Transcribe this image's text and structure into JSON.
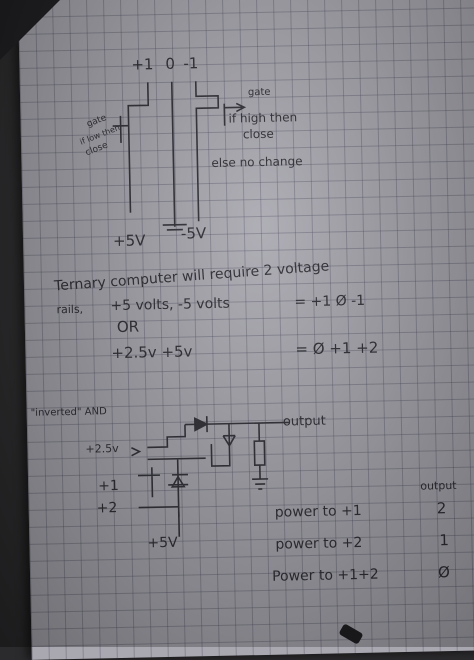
{
  "notes": {
    "top_circuit": {
      "rail_labels": [
        "+1",
        "0",
        "-1"
      ],
      "left_note": "gate",
      "left_note2": "if low then",
      "left_note3": "close",
      "right_note": "gate",
      "right_note2": "if high then",
      "right_note3": "close",
      "else_note": "else no change",
      "supply_pos": "+5V",
      "supply_neg": "-5V"
    },
    "ternary": {
      "line1": "Ternary computer will require 2 voltage",
      "line2_left": "rails,",
      "line2_mid": "+5 volts, -5 volts",
      "line2_right": "= +1  Ø  -1",
      "or": "OR",
      "line4_left": "+2.5v   +5v",
      "line4_right": "= Ø  +1  +2"
    },
    "and_gate": {
      "title": "\"inverted\" AND",
      "input1": "+2.5v",
      "input2": "+1",
      "input3": "+2",
      "supply": "+5V",
      "output_label": "output"
    },
    "truth_table": {
      "header": "output",
      "rows": [
        {
          "label": "power to +1",
          "value": "2"
        },
        {
          "label": "power to +2",
          "value": "1"
        },
        {
          "label": "Power to +1+2",
          "value": "Ø"
        }
      ]
    }
  }
}
